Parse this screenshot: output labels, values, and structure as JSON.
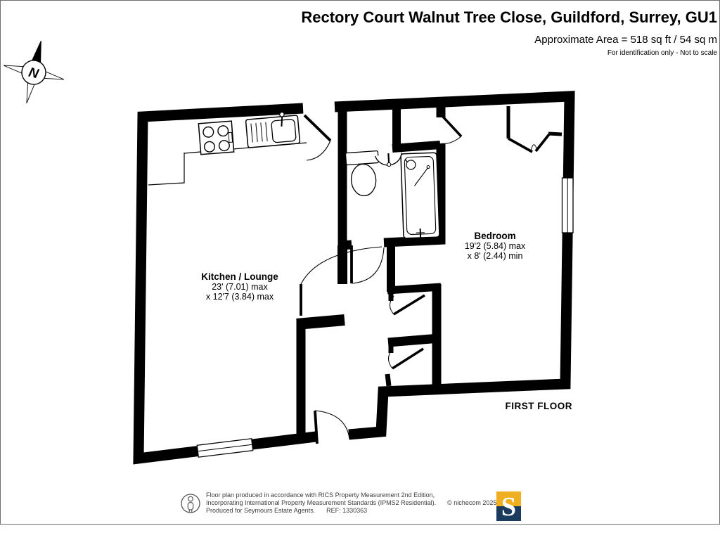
{
  "page": {
    "title": "Rectory Court Walnut Tree Close, Guildford, Surrey, GU1",
    "area": "Approximate Area = 518 sq ft / 54 sq m",
    "disclaimer": "For identification only - Not to scale"
  },
  "compass": {
    "north_label": "N"
  },
  "plan": {
    "floor_label": "FIRST FLOOR",
    "rooms": [
      {
        "name": "Kitchen / Lounge",
        "dim_primary": "23' (7.01) max",
        "dim_secondary": "x 12'7 (3.84) max"
      },
      {
        "name": "Bedroom",
        "dim_primary": "19'2 (5.84) max",
        "dim_secondary": "x 8' (2.44) min"
      }
    ]
  },
  "footer": {
    "line1": "Floor plan produced in accordance with RICS Property Measurement 2nd Edition,",
    "line2": "Incorporating International Property Measurement Standards (IPMS2 Residential).",
    "copyright": "© nichecom 2025.",
    "line3": "Produced for Seymours Estate Agents.",
    "ref": "REF: 1330363",
    "logo_letter": "S"
  },
  "colors": {
    "wall": "#000000",
    "logo_gold": "#EFAF20",
    "logo_navy": "#1A3A5E"
  }
}
